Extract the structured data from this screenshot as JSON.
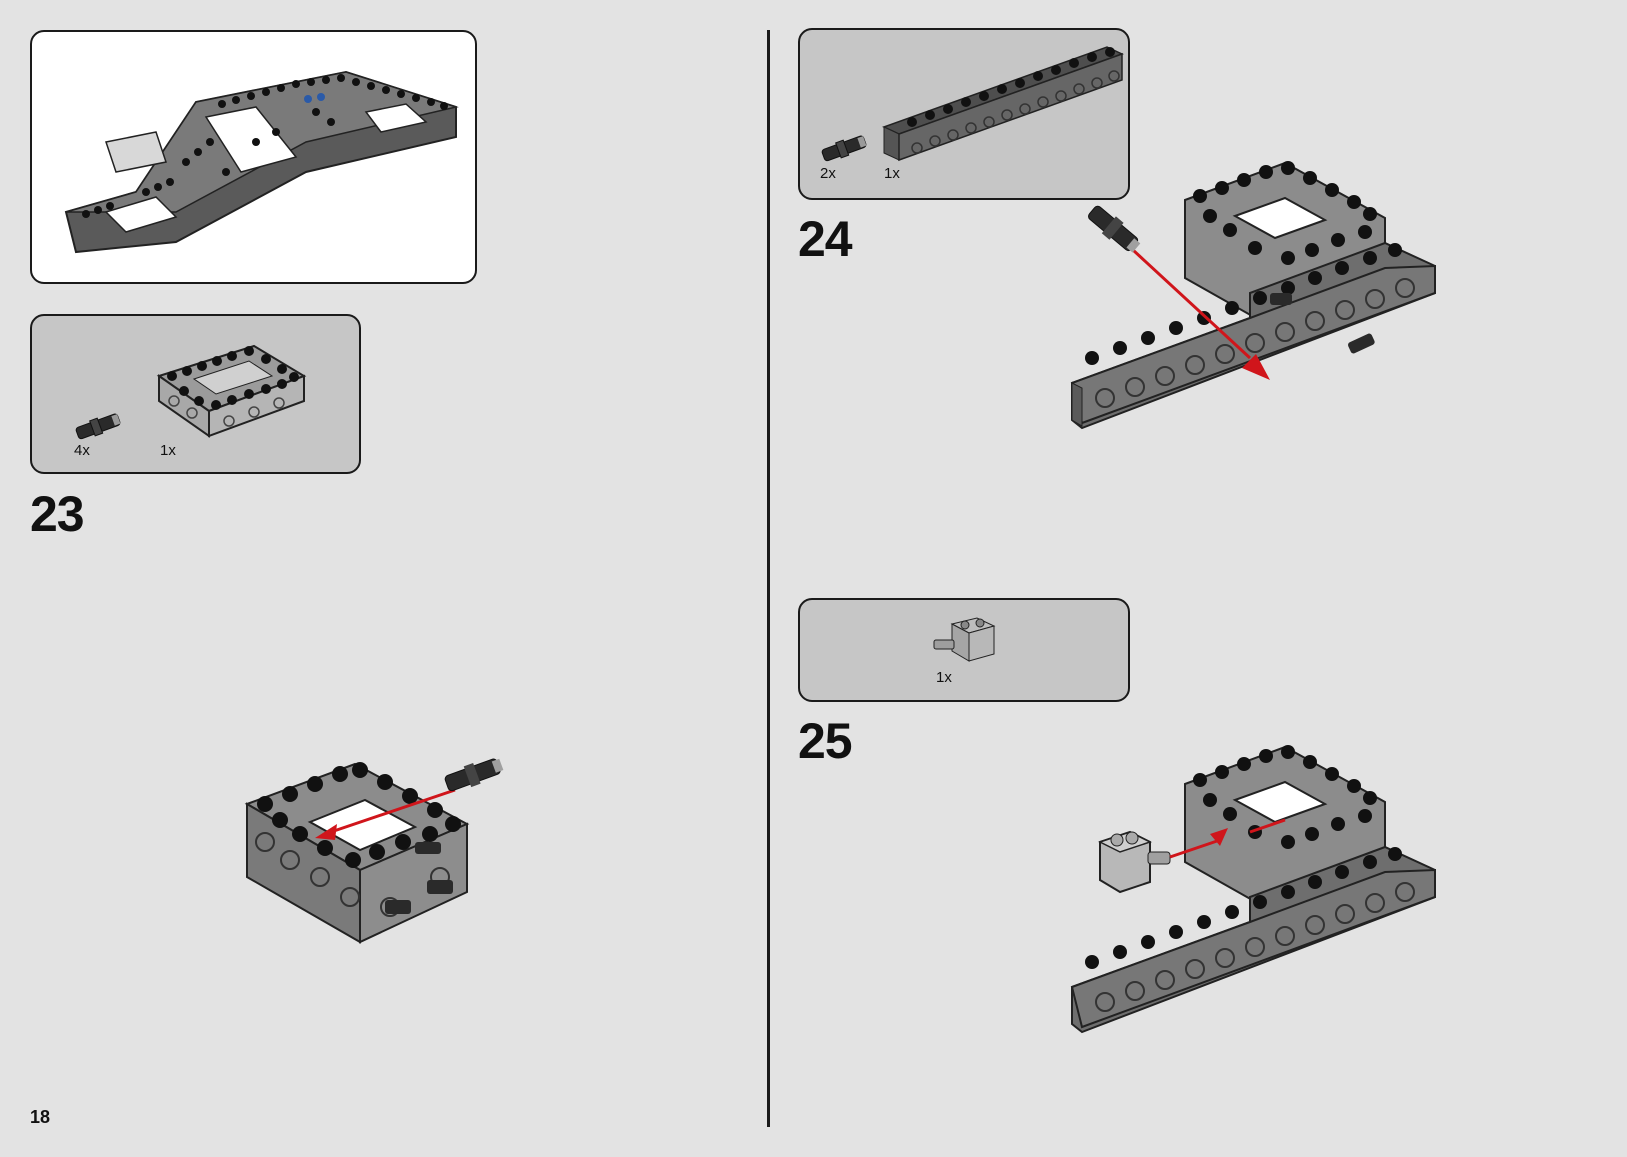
{
  "page_number": "18",
  "colors": {
    "background": "#e3e3e3",
    "parts_box": "#c6c6c6",
    "arrow": "#d0151b",
    "brick_dark": "#6b6b6b",
    "stud": "#111111"
  },
  "previous_result": {
    "icon": "assembly-subassembly-icon"
  },
  "steps": [
    {
      "number": "23",
      "parts": [
        {
          "qty": "4x",
          "icon": "pin-connector-icon"
        },
        {
          "qty": "1x",
          "icon": "open-frame-brick-icon"
        }
      ]
    },
    {
      "number": "24",
      "parts": [
        {
          "qty": "2x",
          "icon": "pin-connector-icon"
        },
        {
          "qty": "1x",
          "icon": "technic-beam-1x12-icon"
        }
      ]
    },
    {
      "number": "25",
      "parts": [
        {
          "qty": "1x",
          "icon": "brick-with-pin-icon"
        }
      ]
    }
  ]
}
